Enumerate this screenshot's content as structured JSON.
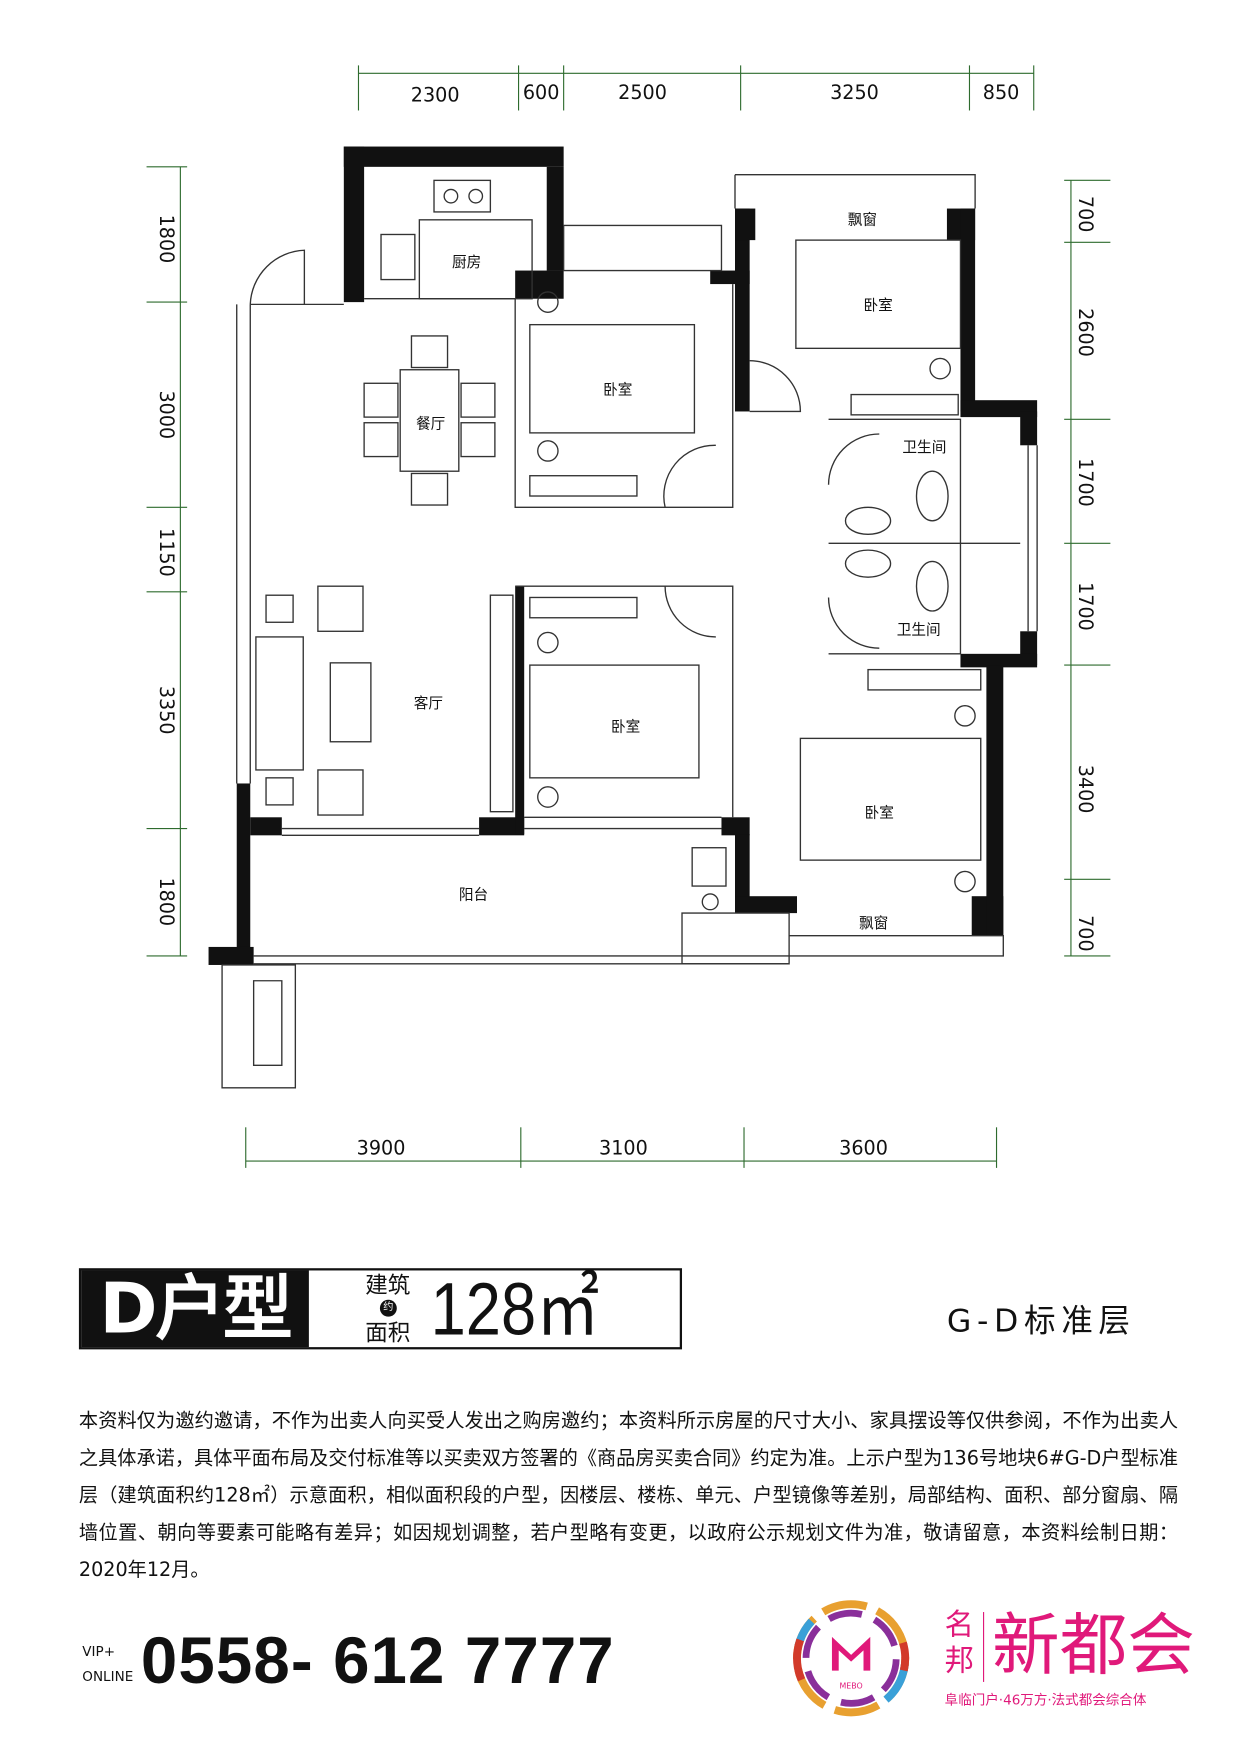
{
  "dimensions": {
    "top": [
      "2300",
      "600",
      "2500",
      "3250",
      "850"
    ],
    "left": [
      "1800",
      "3000",
      "1150",
      "3350",
      "1800"
    ],
    "right": [
      "700",
      "2600",
      "1700",
      "1700",
      "3400",
      "700"
    ],
    "bottom": [
      "3900",
      "3100",
      "3600"
    ]
  },
  "rooms": {
    "kitchen": "厨房",
    "dining": "餐厅",
    "bedroom_a": "卧室",
    "bay_window_top": "飘窗",
    "bedroom_b": "卧室",
    "bathroom_a": "卫生间",
    "bathroom_b": "卫生间",
    "living": "客厅",
    "bedroom_c": "卧室",
    "bedroom_d": "卧室",
    "balcony": "阳台",
    "bay_window_bottom": "飘窗"
  },
  "unit": {
    "type": "D户型",
    "area_word1": "建筑",
    "area_about": "约",
    "area_word2": "面积",
    "area_value": "128㎡",
    "floor": "G-D标准层"
  },
  "disclaimer": "本资料仅为邀约邀请，不作为出卖人向买受人发出之购房邀约；本资料所示房屋的尺寸大小、家具摆设等仅供参阅，不作为出卖人之具体承诺，具体平面布局及交付标准等以买卖双方签署的《商品房买卖合同》约定为准。上示户型为136号地块6#G-D户型标准层（建筑面积约128㎡）示意面积，相似面积段的户型，因楼层、楼栋、单元、户型镜像等差别，局部结构、面积、部分窗扇、隔墙位置、朝向等要素可能略有差异；如因规划调整，若户型略有变更，以政府公示规划文件为准，敬请留意，本资料绘制日期：2020年12月。",
  "contact": {
    "vip": "VIP+",
    "online": "ONLINE",
    "phone": "0558- 612 7777"
  },
  "brand": {
    "small": "名邦",
    "big": "新都会",
    "slogan": "阜临门户·46万方·法式都会综合体",
    "mark": "MEBO",
    "color": "#e0197a"
  }
}
